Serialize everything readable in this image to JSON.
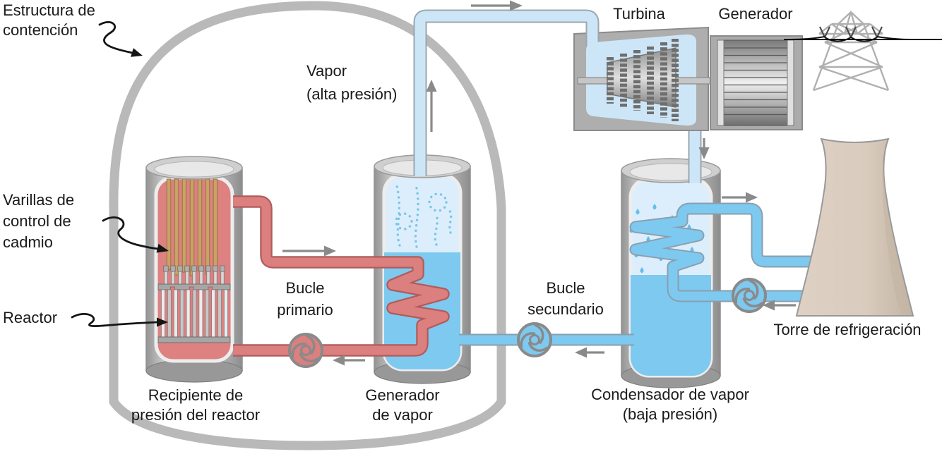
{
  "labels": {
    "containment_line1": "Estructura de",
    "containment_line2": "contención",
    "control_rods_line1": "Varillas de",
    "control_rods_line2": "control de",
    "control_rods_line3": "cadmio",
    "reactor": "Reactor",
    "steam_hp_line1": "Vapor",
    "steam_hp_line2": "(alta presión)",
    "primary_loop_line1": "Bucle",
    "primary_loop_line2": "primario",
    "secondary_loop_line1": "Bucle",
    "secondary_loop_line2": "secundario",
    "turbine": "Turbina",
    "generator": "Generador",
    "reactor_vessel_line1": "Recipiente de",
    "reactor_vessel_line2": "presión del reactor",
    "steam_generator_line1": "Generador",
    "steam_generator_line2": "de vapor",
    "condenser_line1": "Condensador de vapor",
    "condenser_line2": "(baja presión)",
    "cooling_tower": "Torre de refrigeración"
  },
  "colors": {
    "containment": "#b9b9b9",
    "primary_coolant_red": "#dc7f7f",
    "primary_outline": "#b05c5c",
    "water_blue": "#7ec9ef",
    "steam_light_blue": "#dceefb",
    "steam_pipe_blue": "#cde6f7",
    "pipe_outline_blue": "#8a9fae",
    "arrow_gray": "#8a8a8a",
    "cooling_tower_tan": "#d9cbbd",
    "control_rod_tan": "#c9a265",
    "text_black": "#1a1a1a"
  }
}
